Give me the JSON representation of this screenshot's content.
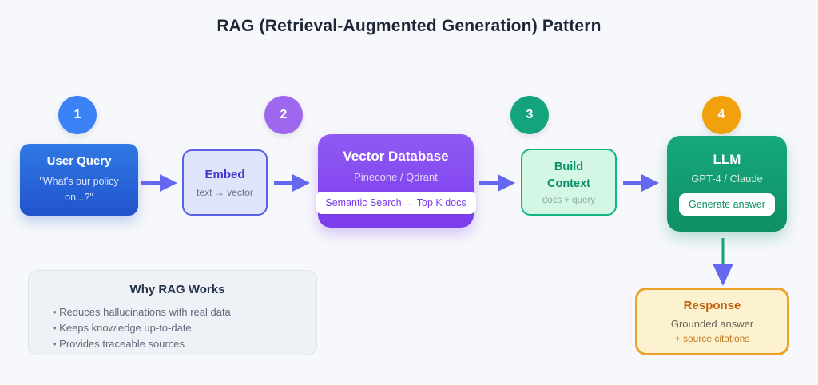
{
  "title": "RAG (Retrieval-Augmented Generation) Pattern",
  "steps": [
    {
      "number": "1",
      "color": "#3b82f6"
    },
    {
      "number": "2",
      "color": "#9d67ee"
    },
    {
      "number": "3",
      "color": "#13a47e"
    },
    {
      "number": "4",
      "color": "#f2a10d"
    }
  ],
  "nodes": {
    "user_query": {
      "title": "User Query",
      "subtitle": "\"What's our policy on...?\"",
      "bg_gradient": [
        "#3079e3",
        "#2153cd"
      ]
    },
    "embed": {
      "title": "Embed",
      "subtitle": "text → vector",
      "bg": "#e0e4fb",
      "border": "#5c60e8"
    },
    "vector_db": {
      "title": "Vector Database",
      "subtitle": "Pinecone / Qdrant",
      "badge": "Semantic Search → Top K docs",
      "bg_gradient": [
        "#8f5bf3",
        "#7c3bec"
      ]
    },
    "build_context": {
      "title": "Build Context",
      "subtitle": "docs + query",
      "bg": "#d4f6e4",
      "border": "#12b384"
    },
    "llm": {
      "title": "LLM",
      "subtitle": "GPT-4 / Claude",
      "badge": "Generate answer",
      "bg_gradient": [
        "#16a87e",
        "#0f8f65"
      ]
    },
    "response": {
      "title": "Response",
      "line1": "Grounded answer",
      "line2": "+ source citations",
      "bg": "#fcf2cf",
      "border": "#eca228"
    }
  },
  "why": {
    "title": "Why RAG Works",
    "bullets": [
      "• Reduces hallucinations with real data",
      "• Keeps knowledge up-to-date",
      "• Provides traceable sources"
    ]
  },
  "colors": {
    "background": "#f7f8fb",
    "title_text": "#1d2737",
    "arrow": "#6468ee",
    "down_arrow_line": "#16a07c"
  }
}
